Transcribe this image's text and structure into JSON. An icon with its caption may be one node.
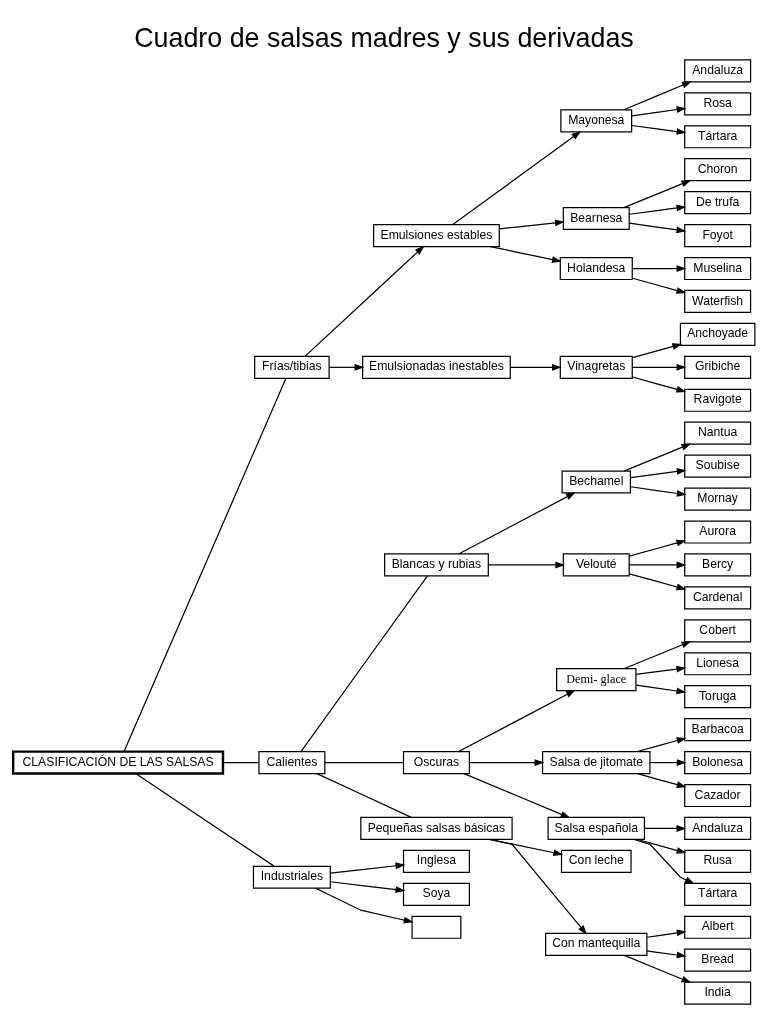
{
  "diagram": {
    "title": "Cuadro de salsas madres y sus derivadas",
    "nodes": [
      {
        "text": [
          "CLASIFICACIÓN DE LAS SALSAS"
        ]
      },
      {
        "text": [
          "Frías/tibias"
        ]
      },
      {
        "text": [
          "Calientes"
        ]
      },
      {
        "text": [
          "Industriales"
        ]
      },
      {
        "text": [
          "Emulsiones estables"
        ]
      },
      {
        "text": [
          "Emulsionadas inestables"
        ]
      },
      {
        "text": [
          "Mayonesa"
        ]
      },
      {
        "text": [
          "Bearnesa"
        ]
      },
      {
        "text": [
          "Holandesa"
        ]
      },
      {
        "text": [
          "Vinagretas"
        ]
      },
      {
        "text": [
          "Andaluza"
        ]
      },
      {
        "text": [
          "Rosa"
        ]
      },
      {
        "text": [
          "Tártara"
        ]
      },
      {
        "text": [
          "Choron"
        ]
      },
      {
        "text": [
          "De trufa"
        ]
      },
      {
        "text": [
          "Foyot"
        ]
      },
      {
        "text": [
          "Anchoyade"
        ]
      },
      {
        "text": [
          "Gribiche"
        ]
      },
      {
        "text": [
          "Ravigote"
        ]
      },
      {
        "text": [
          "Muselina"
        ]
      },
      {
        "text": [
          "Waterfish"
        ]
      },
      {
        "text": [
          "Blancas y rubias"
        ]
      },
      {
        "text": [
          "Oscuras"
        ]
      },
      {
        "text": [
          "Pequeñas salsas básicas"
        ]
      },
      {
        "text": [
          "Bechamel"
        ]
      },
      {
        "text": [
          "Velouté"
        ]
      },
      {
        "text": [
          "Nantua"
        ]
      },
      {
        "text": [
          "Soubise"
        ]
      },
      {
        "text": [
          "Mornay"
        ]
      },
      {
        "text": [
          "Cobert"
        ]
      },
      {
        "text": [
          "Lionesa"
        ]
      },
      {
        "text": [
          "Toruga"
        ]
      },
      {
        "text": [
          "Aurora"
        ]
      },
      {
        "text": [
          "Bercy"
        ]
      },
      {
        "text": [
          "Cardenal"
        ]
      },
      {
        "text": [
          "Demi- glace"
        ]
      },
      {
        "text": [
          "Salsa de jitomate"
        ]
      },
      {
        "text": [
          "Salsa española"
        ]
      },
      {
        "text": [
          "Andaluza"
        ]
      },
      {
        "text": [
          "Rusa"
        ]
      },
      {
        "text": [
          "Tártara"
        ]
      },
      {
        "text": [
          "Barbacoa"
        ]
      },
      {
        "text": [
          "Bolonesa"
        ]
      },
      {
        "text": [
          "Cazador"
        ]
      },
      {
        "text": [
          "Con leche"
        ]
      },
      {
        "text": [
          "Con mantequilla"
        ]
      },
      {
        "text": [
          "Albert"
        ]
      },
      {
        "text": [
          "Bread"
        ]
      },
      {
        "text": [
          "India"
        ]
      },
      {
        "text": [
          "Inglesa"
        ]
      },
      {
        "text": [
          "Soya"
        ]
      },
      {
        "text": [],
        "shape": "box"
      }
    ],
    "edges": [
      {
        "from": 0,
        "to": 1,
        "arrow": "none"
      },
      {
        "from": 0,
        "to": 2,
        "arrow": "none"
      },
      {
        "from": 0,
        "to": 3,
        "arrow": "none"
      },
      {
        "from": 1,
        "to": 4,
        "arrow": "to"
      },
      {
        "from": 1,
        "to": 5,
        "arrow": "to"
      },
      {
        "from": 4,
        "to": 6,
        "arrow": "to"
      },
      {
        "from": 4,
        "to": 7,
        "arrow": "to"
      },
      {
        "from": 4,
        "to": 8,
        "arrow": "to"
      },
      {
        "from": 5,
        "to": 9,
        "arrow": "to"
      },
      {
        "from": 6,
        "to": 10,
        "arrow": "to"
      },
      {
        "from": 6,
        "to": 11,
        "arrow": "to"
      },
      {
        "from": 6,
        "to": 12,
        "arrow": "to"
      },
      {
        "from": 7,
        "to": 13,
        "arrow": "to"
      },
      {
        "from": 7,
        "to": 14,
        "arrow": "to"
      },
      {
        "from": 7,
        "to": 15,
        "arrow": "to"
      },
      {
        "from": 9,
        "to": 16,
        "arrow": "to"
      },
      {
        "from": 9,
        "to": 17,
        "arrow": "to"
      },
      {
        "from": 9,
        "to": 18,
        "arrow": "to"
      },
      {
        "from": 8,
        "to": 19,
        "arrow": "to"
      },
      {
        "from": 8,
        "to": 20,
        "arrow": "to"
      },
      {
        "from": 2,
        "to": 21,
        "arrow": "none"
      },
      {
        "from": 2,
        "to": 22,
        "arrow": "none"
      },
      {
        "from": 2,
        "to": 23,
        "arrow": "none"
      },
      {
        "from": 21,
        "to": 24,
        "arrow": "to"
      },
      {
        "from": 21,
        "to": 25,
        "arrow": "to"
      },
      {
        "from": 24,
        "to": 26,
        "arrow": "to"
      },
      {
        "from": 24,
        "to": 27,
        "arrow": "to"
      },
      {
        "from": 24,
        "to": 28,
        "arrow": "to"
      },
      {
        "from": 35,
        "to": 29,
        "arrow": "to"
      },
      {
        "from": 35,
        "to": 30,
        "arrow": "to"
      },
      {
        "from": 35,
        "to": 31,
        "arrow": "to"
      },
      {
        "from": 25,
        "to": 32,
        "arrow": "to"
      },
      {
        "from": 25,
        "to": 33,
        "arrow": "to"
      },
      {
        "from": 25,
        "to": 34,
        "arrow": "to"
      },
      {
        "from": 22,
        "to": 35,
        "arrow": "to"
      },
      {
        "from": 22,
        "to": 36,
        "arrow": "to"
      },
      {
        "from": 22,
        "to": 37,
        "arrow": "to"
      },
      {
        "from": 37,
        "to": 38,
        "arrow": "to"
      },
      {
        "from": 37,
        "to": 39,
        "arrow": "to"
      },
      {
        "from": 37,
        "to": 40,
        "arrow": "to"
      },
      {
        "from": 36,
        "to": 41,
        "arrow": "to"
      },
      {
        "from": 36,
        "to": 42,
        "arrow": "to"
      },
      {
        "from": 36,
        "to": 43,
        "arrow": "to"
      },
      {
        "from": 23,
        "to": 44,
        "arrow": "to"
      },
      {
        "from": 23,
        "to": 45,
        "arrow": "to"
      },
      {
        "from": 45,
        "to": 46,
        "arrow": "to"
      },
      {
        "from": 45,
        "to": 47,
        "arrow": "to"
      },
      {
        "from": 45,
        "to": 48,
        "arrow": "to"
      },
      {
        "from": 3,
        "to": 49,
        "arrow": "to"
      },
      {
        "from": 3,
        "to": 50,
        "arrow": "to"
      },
      {
        "from": 3,
        "to": 51,
        "arrow": "to"
      }
    ]
  }
}
